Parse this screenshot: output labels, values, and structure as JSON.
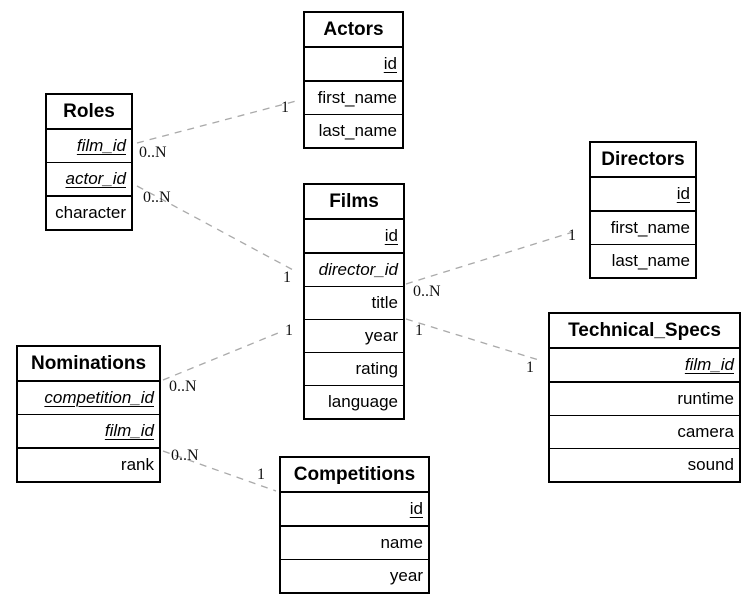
{
  "diagram": {
    "type": "entity-relationship",
    "colors": {
      "background": "#ffffff",
      "entity_border": "#000000",
      "entity_fill": "#ffffff",
      "text": "#000000",
      "relationship_line": "#a9a9a9",
      "cardinality_text": "#111111"
    }
  },
  "entities": {
    "actors": {
      "title": "Actors",
      "fields": [
        {
          "name": "id",
          "primary_key": true,
          "foreign_key": false
        },
        {
          "name": "first_name",
          "primary_key": false,
          "foreign_key": false
        },
        {
          "name": "last_name",
          "primary_key": false,
          "foreign_key": false
        }
      ]
    },
    "roles": {
      "title": "Roles",
      "fields": [
        {
          "name": "film_id",
          "primary_key": true,
          "foreign_key": true
        },
        {
          "name": "actor_id",
          "primary_key": true,
          "foreign_key": true
        },
        {
          "name": "character",
          "primary_key": false,
          "foreign_key": false
        }
      ]
    },
    "films": {
      "title": "Films",
      "fields": [
        {
          "name": "id",
          "primary_key": true,
          "foreign_key": false
        },
        {
          "name": "director_id",
          "primary_key": false,
          "foreign_key": true
        },
        {
          "name": "title",
          "primary_key": false,
          "foreign_key": false
        },
        {
          "name": "year",
          "primary_key": false,
          "foreign_key": false
        },
        {
          "name": "rating",
          "primary_key": false,
          "foreign_key": false
        },
        {
          "name": "language",
          "primary_key": false,
          "foreign_key": false
        }
      ]
    },
    "directors": {
      "title": "Directors",
      "fields": [
        {
          "name": "id",
          "primary_key": true,
          "foreign_key": false
        },
        {
          "name": "first_name",
          "primary_key": false,
          "foreign_key": false
        },
        {
          "name": "last_name",
          "primary_key": false,
          "foreign_key": false
        }
      ]
    },
    "nominations": {
      "title": "Nominations",
      "fields": [
        {
          "name": "competition_id",
          "primary_key": true,
          "foreign_key": true
        },
        {
          "name": "film_id",
          "primary_key": true,
          "foreign_key": true
        },
        {
          "name": "rank",
          "primary_key": false,
          "foreign_key": false
        }
      ]
    },
    "technical_specs": {
      "title": "Technical_Specs",
      "fields": [
        {
          "name": "film_id",
          "primary_key": true,
          "foreign_key": true
        },
        {
          "name": "runtime",
          "primary_key": false,
          "foreign_key": false
        },
        {
          "name": "camera",
          "primary_key": false,
          "foreign_key": false
        },
        {
          "name": "sound",
          "primary_key": false,
          "foreign_key": false
        }
      ]
    },
    "competitions": {
      "title": "Competitions",
      "fields": [
        {
          "name": "id",
          "primary_key": true,
          "foreign_key": false
        },
        {
          "name": "name",
          "primary_key": false,
          "foreign_key": false
        },
        {
          "name": "year",
          "primary_key": false,
          "foreign_key": false
        }
      ]
    }
  },
  "relationships": [
    {
      "from": "Roles",
      "to": "Actors",
      "from_cardinality": "0..N",
      "to_cardinality": "1"
    },
    {
      "from": "Roles",
      "to": "Films",
      "from_cardinality": "0..N",
      "to_cardinality": "1"
    },
    {
      "from": "Films",
      "to": "Directors",
      "from_cardinality": "0..N",
      "to_cardinality": "1"
    },
    {
      "from": "Films",
      "to": "Technical_Specs",
      "from_cardinality": "1",
      "to_cardinality": "1"
    },
    {
      "from": "Nominations",
      "to": "Films",
      "from_cardinality": "0..N",
      "to_cardinality": "1"
    },
    {
      "from": "Nominations",
      "to": "Competitions",
      "from_cardinality": "0..N",
      "to_cardinality": "1"
    }
  ]
}
